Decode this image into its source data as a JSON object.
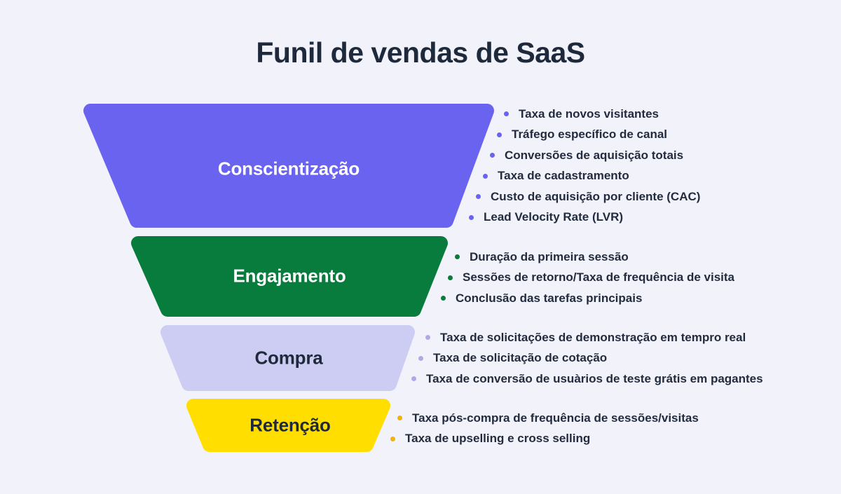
{
  "title": "Funil de vendas de SaaS",
  "colors": {
    "background": "#F2F2FA",
    "title_text": "#1E2A3B",
    "metric_text": "#222C3E"
  },
  "funnel": {
    "stages": [
      {
        "label": "Conscientização",
        "color": "#6963EF",
        "label_color": "#FFFFFF",
        "bullet_color": "#6963EF",
        "metrics": [
          "Taxa de novos visitantes",
          "Tráfego específico de canal",
          "Conversões de aquisição totais",
          "Taxa de cadastramento",
          "Custo de aquisição por cliente (CAC)",
          "Lead Velocity Rate (LVR)"
        ]
      },
      {
        "label": "Engajamento",
        "color": "#087C3C",
        "label_color": "#FFFFFF",
        "bullet_color": "#087C3C",
        "metrics": [
          "Duração da primeira sessão",
          "Sessões de retorno/Taxa de frequência de visita",
          "Conclusão das tarefas principais"
        ]
      },
      {
        "label": "Compra",
        "color": "#CDCCF3",
        "label_color": "#1E2A3B",
        "bullet_color": "#ACABE8",
        "metrics": [
          "Taxa de solicitações de demonstração em tempro real",
          "Taxa de solicitação de cotação",
          "Taxa de conversão de usuàrios de teste grátis em pagantes"
        ]
      },
      {
        "label": "Retenção",
        "color": "#FFDE00",
        "label_color": "#1E2A3B",
        "bullet_color": "#F0B210",
        "metrics": [
          "Taxa pós-compra de frequência de sessões/visitas",
          "Taxa de upselling e cross selling"
        ]
      }
    ]
  }
}
